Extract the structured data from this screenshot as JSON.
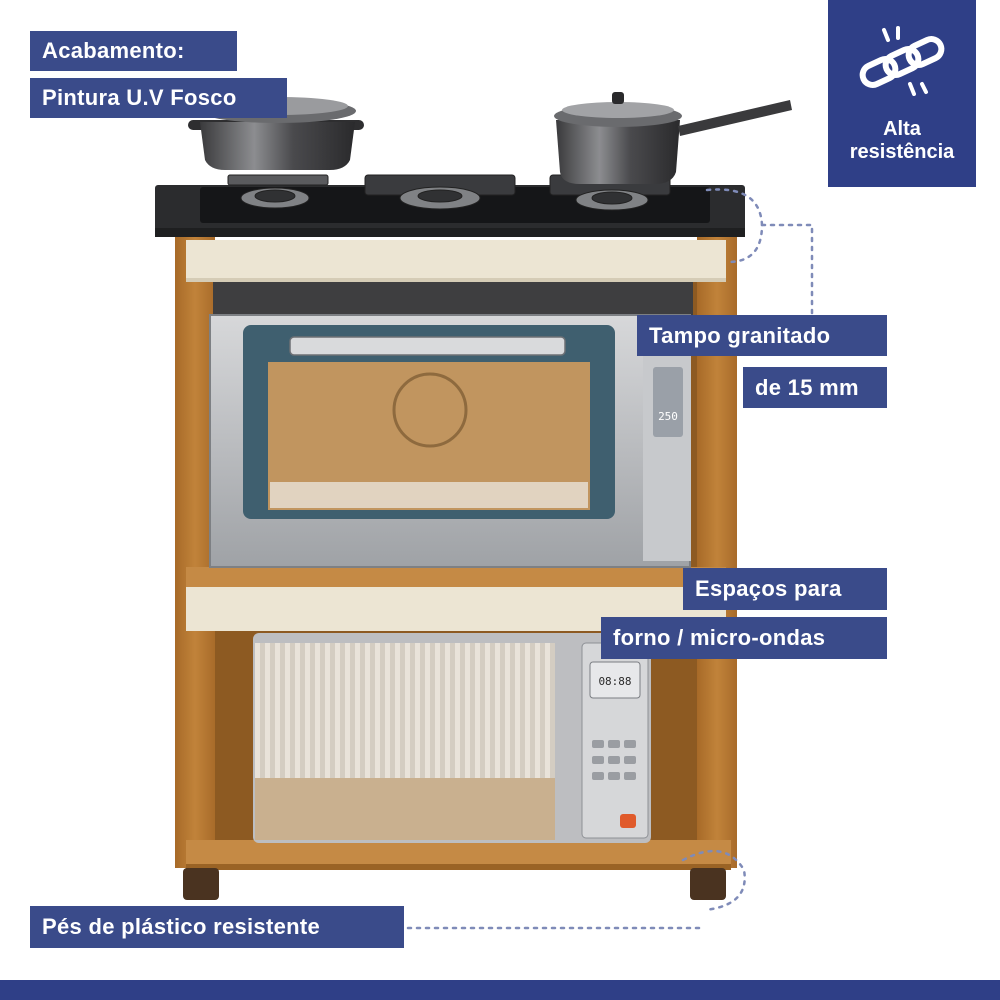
{
  "labels": {
    "finish_title": "Acabamento:",
    "finish_value": "Pintura U.V Fosco",
    "top_line1": "Tampo granitado",
    "top_line2": "de 15 mm",
    "space_line1": "Espaços para",
    "space_line2": "forno / micro-ondas",
    "feet": "Pés de plástico resistente"
  },
  "badge": {
    "icon": "chain-icon",
    "line1": "Alta",
    "line2": "resistência"
  },
  "oven": {
    "display": "250"
  },
  "microwave": {
    "display": "08:88"
  },
  "colors": {
    "label_bg": "#3a4b8a",
    "badge_bg": "#2f3f87",
    "wood": "#b9782f",
    "cream": "#ece5d3",
    "granite": "#2b2c2e",
    "steel": "#b3b5b8"
  }
}
